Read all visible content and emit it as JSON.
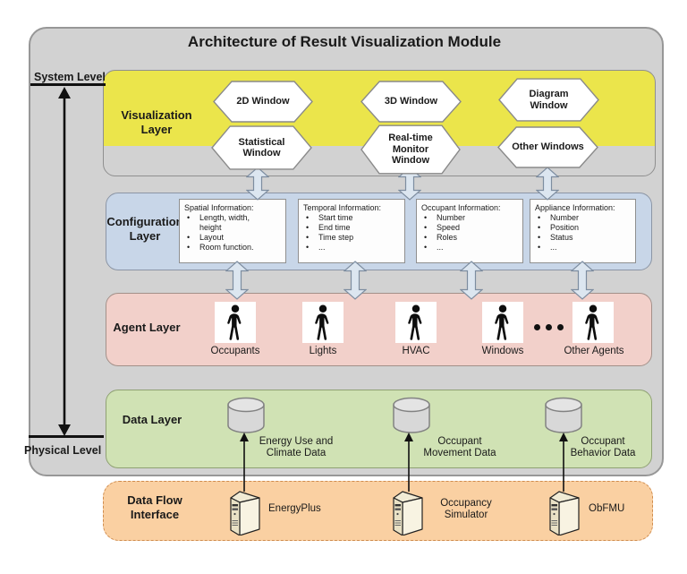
{
  "title": "Architecture of Result Visualization Module",
  "side_axis": {
    "top_label": "System Level",
    "bottom_label": "Physical Level"
  },
  "visualization_layer": {
    "label": "Visualization\nLayer",
    "hexagons": [
      {
        "label": "2D Window"
      },
      {
        "label": "3D Window"
      },
      {
        "label": "Diagram\nWindow"
      },
      {
        "label": "Statistical\nWindow"
      },
      {
        "label": "Real-time\nMonitor\nWindow"
      },
      {
        "label": "Other Windows"
      }
    ]
  },
  "configuration_layer": {
    "label": "Configuration\nLayer",
    "boxes": [
      {
        "heading": "Spatial Information:",
        "bullets": [
          "Length, width, height",
          "Layout",
          "Room function."
        ]
      },
      {
        "heading": "Temporal Information:",
        "bullets": [
          "Start time",
          "End time",
          "Time step",
          "..."
        ]
      },
      {
        "heading": "Occupant Information:",
        "bullets": [
          "Number",
          "Speed",
          "Roles",
          "..."
        ]
      },
      {
        "heading": "Appliance Information:",
        "bullets": [
          "Number",
          "Position",
          "Status",
          "..."
        ]
      }
    ]
  },
  "agent_layer": {
    "label": "Agent Layer",
    "agents": [
      {
        "label": "Occupants"
      },
      {
        "label": "Lights"
      },
      {
        "label": "HVAC"
      },
      {
        "label": "Windows"
      },
      {
        "label": "Other Agents"
      }
    ]
  },
  "data_layer": {
    "label": "Data Layer",
    "stores": [
      {
        "label": "Energy Use and\nClimate Data"
      },
      {
        "label": "Occupant\nMovement Data"
      },
      {
        "label": "Occupant\nBehavior Data"
      }
    ]
  },
  "data_flow_interface": {
    "label": "Data Flow\nInterface",
    "systems": [
      {
        "label": "EnergyPlus"
      },
      {
        "label": "Occupancy\nSimulator"
      },
      {
        "label": "ObFMU"
      }
    ]
  },
  "colors": {
    "outer_bg": "#d2d2d2",
    "visualization_yellow": "#ebe54b",
    "configuration_blue": "#c8d6e8",
    "agent_pink": "#f2d0ca",
    "data_green": "#d0e2b4",
    "interface_orange": "#fad0a2",
    "arrow_fill": "#dce6f0",
    "arrow_stroke": "#7d8da0"
  }
}
